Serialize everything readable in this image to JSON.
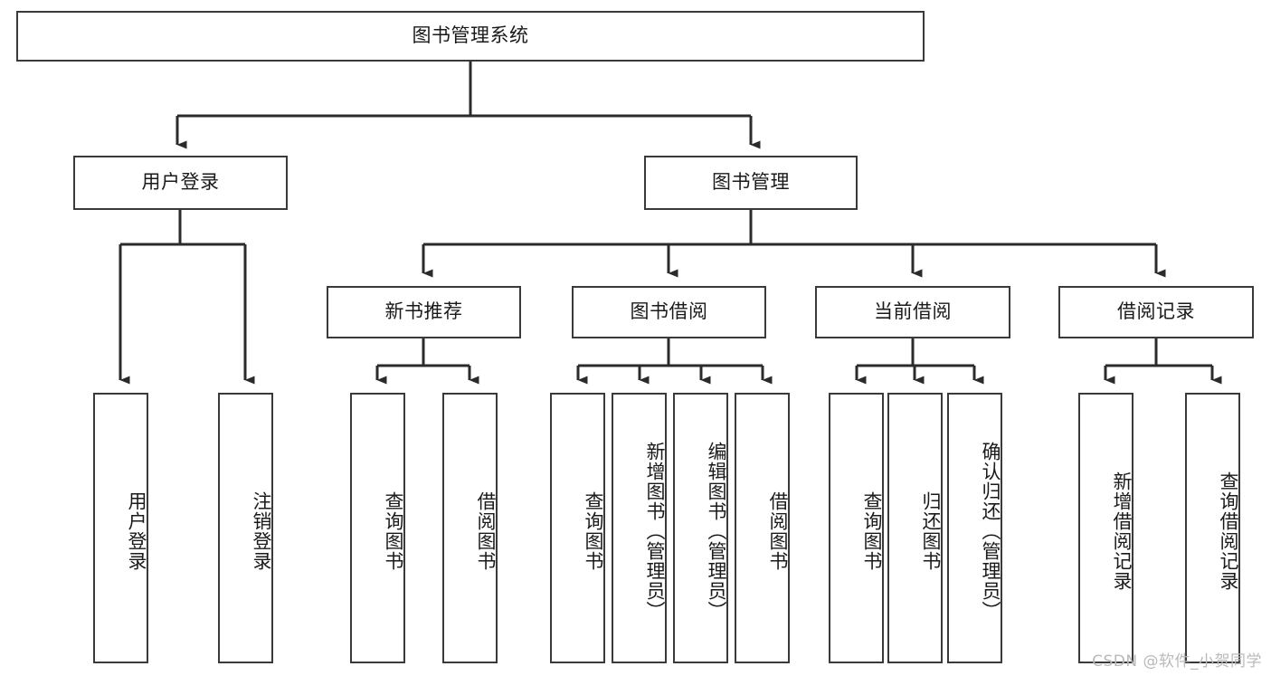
{
  "diagram": {
    "kind": "function-structure-tree",
    "root": {
      "id": "root",
      "label": "图书管理系统"
    },
    "level1": [
      {
        "id": "user-login",
        "label": "用户登录"
      },
      {
        "id": "book-manage",
        "label": "图书管理"
      }
    ],
    "level2": [
      {
        "id": "new-book-recommend",
        "label": "新书推荐",
        "parent": "book-manage"
      },
      {
        "id": "book-borrow",
        "label": "图书借阅",
        "parent": "book-manage"
      },
      {
        "id": "current-borrow",
        "label": "当前借阅",
        "parent": "book-manage"
      },
      {
        "id": "borrow-record",
        "label": "借阅记录",
        "parent": "book-manage"
      }
    ],
    "leaves": [
      {
        "id": "leaf-user-login",
        "label": "用户登录",
        "parent": "user-login"
      },
      {
        "id": "leaf-logout",
        "label": "注销登录",
        "parent": "user-login"
      },
      {
        "id": "leaf-query-book-1",
        "label": "查询图书",
        "parent": "new-book-recommend"
      },
      {
        "id": "leaf-borrow-book-1",
        "label": "借阅图书",
        "parent": "new-book-recommend"
      },
      {
        "id": "leaf-query-book-2",
        "label": "查询图书",
        "parent": "book-borrow"
      },
      {
        "id": "leaf-add-book",
        "label": "新增图书（管理员）",
        "parent": "book-borrow"
      },
      {
        "id": "leaf-edit-book",
        "label": "编辑图书（管理员）",
        "parent": "book-borrow"
      },
      {
        "id": "leaf-borrow-book-2",
        "label": "借阅图书",
        "parent": "book-borrow"
      },
      {
        "id": "leaf-query-book-3",
        "label": "查询图书",
        "parent": "current-borrow"
      },
      {
        "id": "leaf-return-book",
        "label": "归还图书",
        "parent": "current-borrow"
      },
      {
        "id": "leaf-confirm-return",
        "label": "确认归还（管理员）",
        "parent": "current-borrow"
      },
      {
        "id": "leaf-add-record",
        "label": "新增借阅记录",
        "parent": "borrow-record"
      },
      {
        "id": "leaf-query-record",
        "label": "查询借阅记录",
        "parent": "borrow-record"
      }
    ],
    "colors": {
      "border": "#3a3a3a",
      "text": "#1a1a1a",
      "background": "#ffffff",
      "edge": "#2b2b2b",
      "watermark": "#b9b9b9"
    }
  },
  "watermark": {
    "text": "CSDN @软件_小贺同学"
  }
}
